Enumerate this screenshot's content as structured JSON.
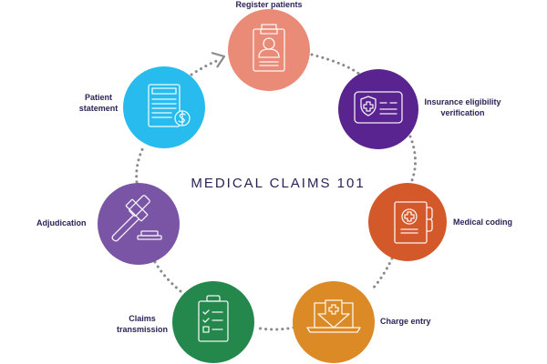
{
  "title": "MEDICAL CLAIMS 101",
  "steps": [
    {
      "label": "Register patients",
      "color": "#ea8b78",
      "icon": "clipboard-patient-icon"
    },
    {
      "label": "Insurance eligibility verification",
      "color": "#59248f",
      "icon": "insurance-card-icon"
    },
    {
      "label": "Medical coding",
      "color": "#d4592a",
      "icon": "medical-folder-icon"
    },
    {
      "label": "Charge entry",
      "color": "#dc8a26",
      "icon": "laptop-download-icon"
    },
    {
      "label": "Claims transmission",
      "color": "#24874c",
      "icon": "checklist-icon"
    },
    {
      "label": "Adjudication",
      "color": "#7b55a5",
      "icon": "gavel-icon"
    },
    {
      "label": "Patient statement",
      "color": "#27bbee",
      "icon": "bill-dollar-icon"
    }
  ],
  "colors": {
    "text": "#2b2357",
    "dots": "#8a8a8a",
    "icon_stroke": "#ffffff"
  }
}
